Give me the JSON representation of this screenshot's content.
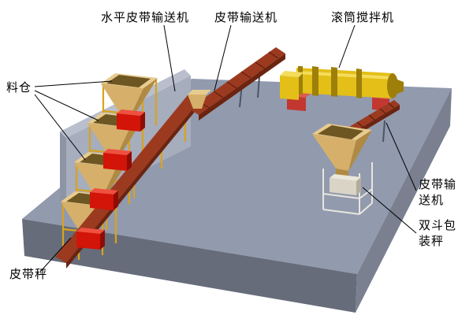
{
  "labels": {
    "horizontal_belt_conveyor": "水平皮带输送机",
    "belt_conveyor_top": "皮带输送机",
    "drum_mixer": "滚筒搅拌机",
    "material_silos": "料仓",
    "belt_conveyor_right": {
      "line1": "皮带输",
      "line2": "送机"
    },
    "double_hopper_packing_scale": {
      "line1": "双斗包",
      "line2": "装秤"
    },
    "belt_scale": "皮带秤"
  },
  "colors": {
    "background": "#ffffff",
    "platform_top": "#929aae",
    "platform_front": "#666c7a",
    "platform_side": "#7a8090",
    "wall_face": "#a6adbd",
    "wall_top": "#b9bfcc",
    "wall_side": "#8d94a4",
    "hopper_front": "#d6b06a",
    "hopper_side": "#b08a42",
    "hopper_rim": "#e7cc8f",
    "hopper_inner": "#6e5622",
    "conveyor_red": "#9c3a20",
    "conveyor_dark": "#6b2410",
    "hatch_dark": "#511806",
    "frame_yellow": "#d9a31b",
    "box_red": "#d31408",
    "box_red_top": "#ef5040",
    "box_red_side": "#8e0c04",
    "mixer_yellow": "#e3bf17",
    "mixer_light": "#f4dc5c",
    "mixer_dark": "#9d7f0a",
    "support_red": "#c23730",
    "support_red_top": "#db5a50",
    "truss_gray": "#4a5568",
    "scale_box": "#d9d4c6",
    "scale_box_top": "#ebe7da",
    "scale_box_side": "#b3ac9c",
    "frame_white": "#e9e6dc",
    "leader_line": "#000000"
  }
}
